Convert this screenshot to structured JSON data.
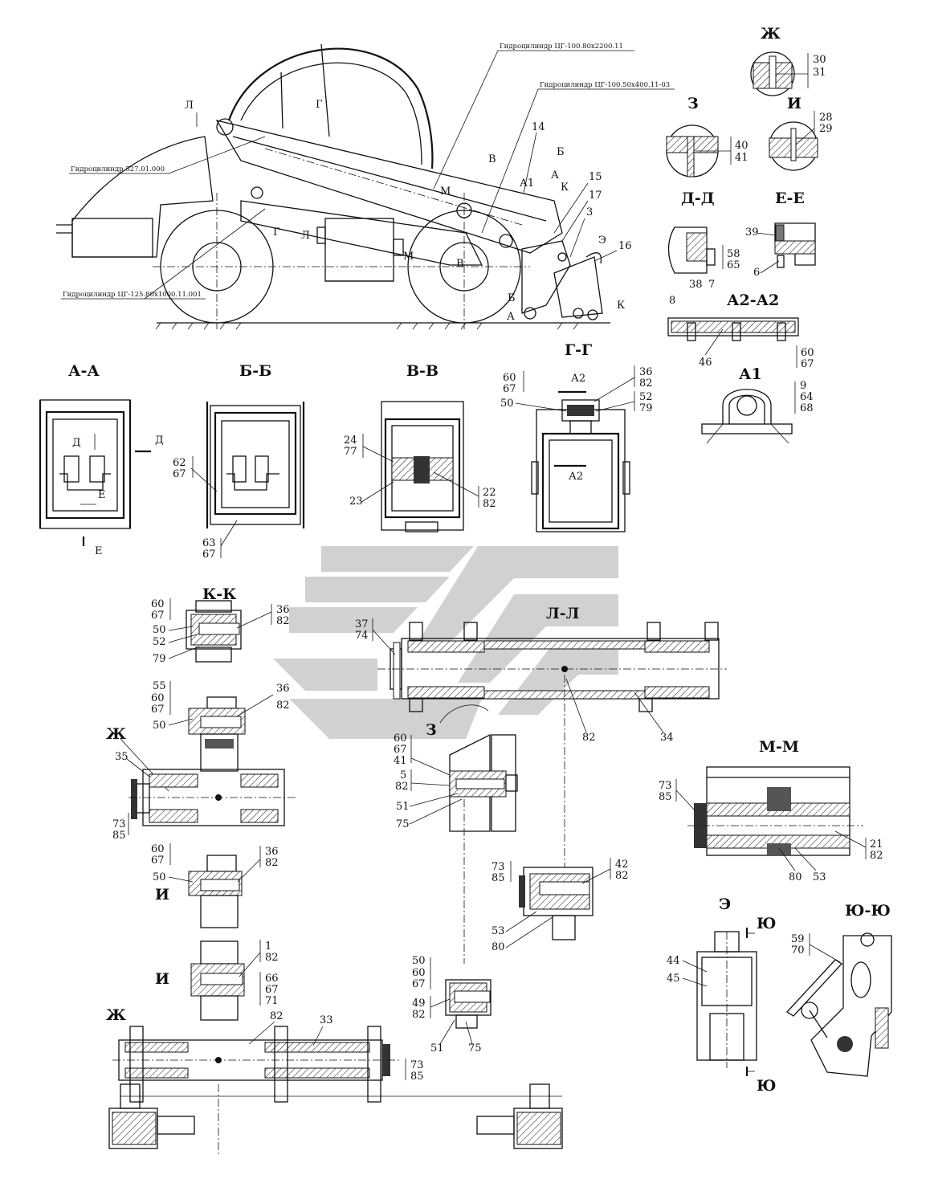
{
  "notes": {
    "cyl_main": "Гидроцилиндр ЦГ-100.80х2200.11",
    "cyl_small": "Гидроцилиндр ЦГ-100.50х400.11-03",
    "cyl_527": "Гидроцилиндр 527.01.000",
    "cyl_bottom": "Гидроцилиндр ЦГ-125.80х1000.11.001"
  },
  "sections": {
    "aa": "А-А",
    "bb": "Б-Б",
    "vv": "В-В",
    "gg": "Г-Г",
    "kk": "К-К",
    "ll": "Л-Л",
    "mm": "М-М",
    "e": "Э",
    "yuyu": "Ю-Ю",
    "zh": "Ж",
    "z": "З",
    "i": "И",
    "dd": "Д-Д",
    "ee": "Е-Е",
    "a2a2": "А2-А2",
    "a1": "А1"
  },
  "view_marks": {
    "L": "Л",
    "G": "Г",
    "V": "В",
    "B": "Б",
    "A": "А",
    "A1": "А1",
    "K": "К",
    "M": "М",
    "E": "Э",
    "D": "Д",
    "Ye": "Е",
    "A2": "А2",
    "Yu": "Ю",
    "Zh": "Ж",
    "I": "И",
    "Z": "З"
  },
  "callouts": {
    "c14": "14",
    "c15": "15",
    "c17": "17",
    "c3": "3",
    "c16": "16",
    "c30_31": [
      "30",
      "31"
    ],
    "c28_29": [
      "28",
      "29"
    ],
    "c40_41": [
      "40",
      "41"
    ],
    "c39": "39",
    "c6": "6",
    "c58_65": [
      "58",
      "65"
    ],
    "c38": "38",
    "c7": "7",
    "c8": "8",
    "c46": "46",
    "c60_67": [
      "60",
      "67"
    ],
    "c9_64_68": [
      "9",
      "64",
      "68"
    ],
    "c62_67": [
      "62",
      "67"
    ],
    "c63_67": [
      "63",
      "67"
    ],
    "c24_77": [
      "24",
      "77"
    ],
    "c23": "23",
    "c22_82": [
      "22",
      "82"
    ],
    "c36_82": [
      "36",
      "82"
    ],
    "c52_79": [
      "52",
      "79"
    ],
    "c50": "50",
    "c55": "55",
    "c35": "35",
    "c73_85": [
      "73",
      "85"
    ],
    "c37_74": [
      "37",
      "74"
    ],
    "c34": "34",
    "c82": "82",
    "c5_82": [
      "5",
      "82"
    ],
    "c51": "51",
    "c75": "75",
    "c41": "41",
    "c21_82": [
      "21",
      "82"
    ],
    "c80": "80",
    "c53": "53",
    "c42_82": [
      "42",
      "82"
    ],
    "c49_82": [
      "49",
      "82"
    ],
    "c44": "44",
    "c45": "45",
    "c59_70": [
      "59",
      "70"
    ],
    "c1_82": [
      "1",
      "82"
    ],
    "c66_67_71": [
      "66",
      "67",
      "71"
    ],
    "c33": "33",
    "c52": "52",
    "c79": "79"
  }
}
